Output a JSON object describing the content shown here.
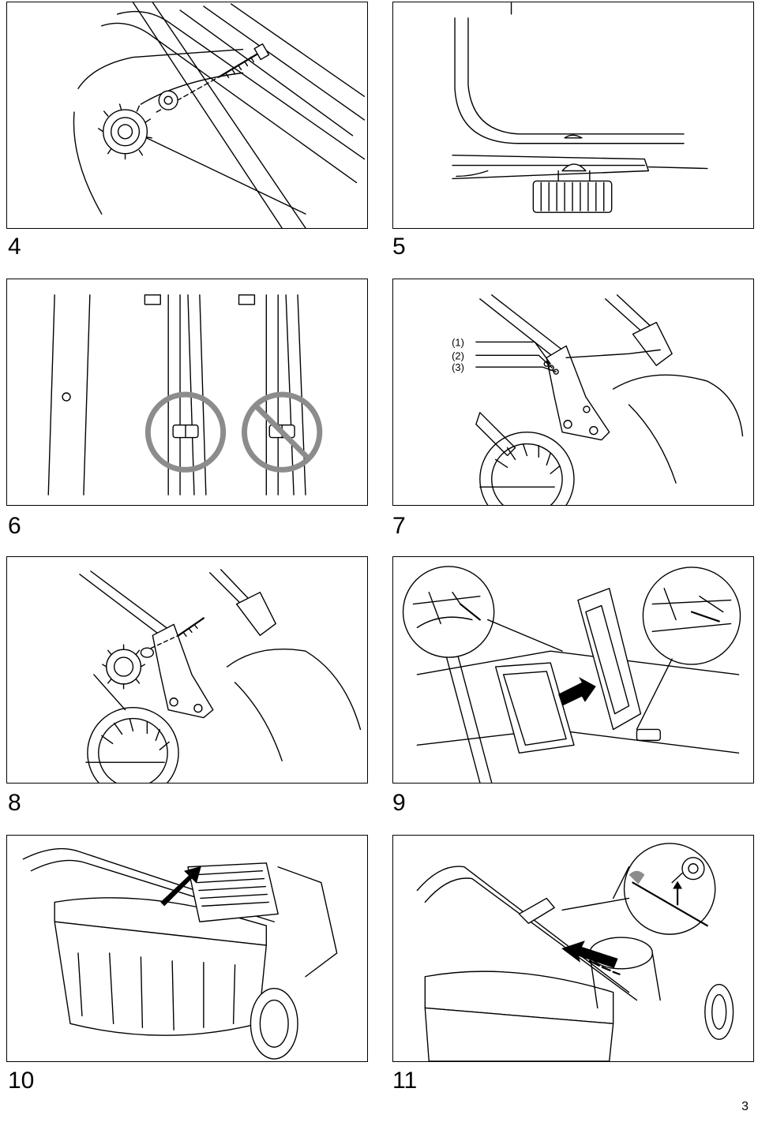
{
  "figures": {
    "fig4": {
      "number": "4"
    },
    "fig5": {
      "number": "5"
    },
    "fig6": {
      "number": "6"
    },
    "fig7": {
      "number": "7",
      "callouts": [
        "(1)",
        "(2)",
        "(3)"
      ]
    },
    "fig8": {
      "number": "8"
    },
    "fig9": {
      "number": "9"
    },
    "fig10": {
      "number": "10"
    },
    "fig11": {
      "number": "11"
    }
  },
  "page": {
    "number": "3"
  },
  "colors": {
    "line": "#000000",
    "indicator_gray": "#8c8c8c",
    "arrow_fill": "#000000"
  },
  "icons": [
    "correct-circle-icon",
    "prohibited-circle-icon",
    "direction-arrow-icon"
  ]
}
